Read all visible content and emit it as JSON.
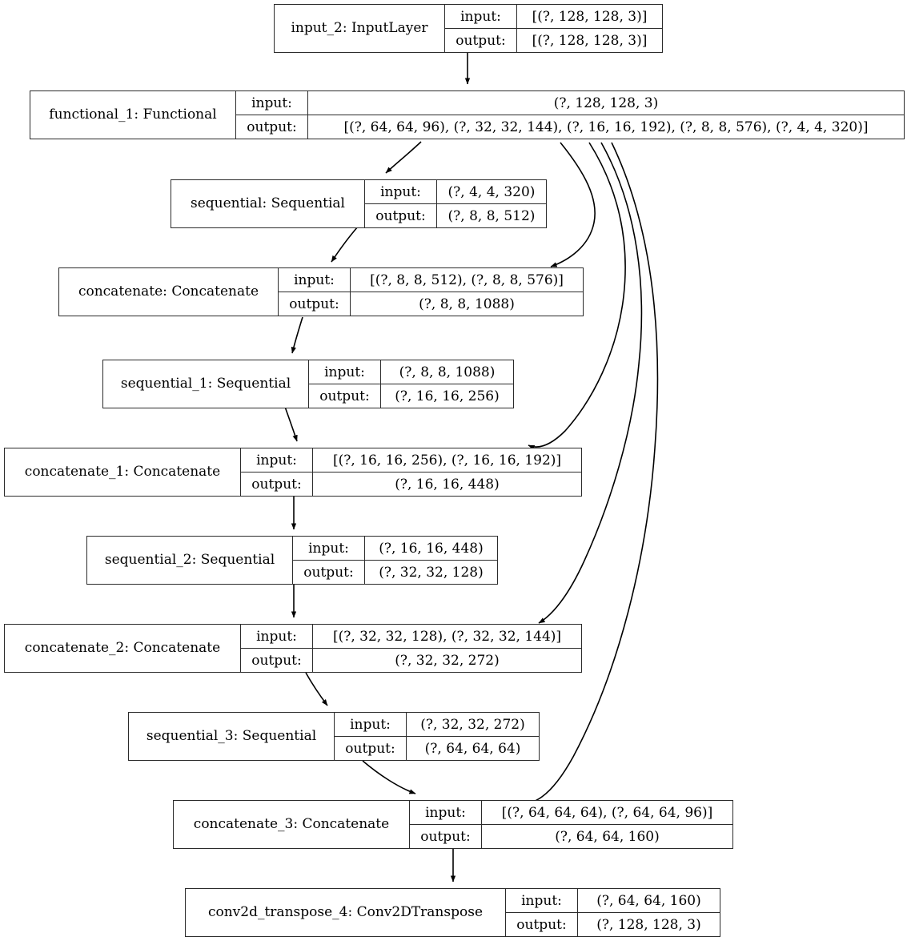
{
  "diagram": {
    "title": "Keras functional model plot",
    "io_labels": {
      "input": "input:",
      "output": "output:"
    },
    "colors": {
      "node_border": "#2b2b2b",
      "edge": "#000000",
      "background": "#ffffff"
    },
    "nodes": [
      {
        "id": "input_2",
        "name": "input_2: InputLayer",
        "input": "[(?, 128, 128, 3)]",
        "output": "[(?, 128, 128, 3)]"
      },
      {
        "id": "functional_1",
        "name": "functional_1: Functional",
        "input": "(?, 128, 128, 3)",
        "output": "[(?, 64, 64, 96), (?, 32, 32, 144), (?, 16, 16, 192), (?, 8, 8, 576), (?, 4, 4, 320)]"
      },
      {
        "id": "sequential",
        "name": "sequential: Sequential",
        "input": "(?, 4, 4, 320)",
        "output": "(?, 8, 8, 512)"
      },
      {
        "id": "concatenate",
        "name": "concatenate: Concatenate",
        "input": "[(?, 8, 8, 512), (?, 8, 8, 576)]",
        "output": "(?, 8, 8, 1088)"
      },
      {
        "id": "sequential_1",
        "name": "sequential_1: Sequential",
        "input": "(?, 8, 8, 1088)",
        "output": "(?, 16, 16, 256)"
      },
      {
        "id": "concatenate_1",
        "name": "concatenate_1: Concatenate",
        "input": "[(?, 16, 16, 256), (?, 16, 16, 192)]",
        "output": "(?, 16, 16, 448)"
      },
      {
        "id": "sequential_2",
        "name": "sequential_2: Sequential",
        "input": "(?, 16, 16, 448)",
        "output": "(?, 32, 32, 128)"
      },
      {
        "id": "concatenate_2",
        "name": "concatenate_2: Concatenate",
        "input": "[(?, 32, 32, 128), (?, 32, 32, 144)]",
        "output": "(?, 32, 32, 272)"
      },
      {
        "id": "sequential_3",
        "name": "sequential_3: Sequential",
        "input": "(?, 32, 32, 272)",
        "output": "(?, 64, 64, 64)"
      },
      {
        "id": "concatenate_3",
        "name": "concatenate_3: Concatenate",
        "input": "[(?, 64, 64, 64), (?, 64, 64, 96)]",
        "output": "(?, 64, 64, 160)"
      },
      {
        "id": "conv2d_transpose_4",
        "name": "conv2d_transpose_4: Conv2DTranspose",
        "input": "(?, 64, 64, 160)",
        "output": "(?, 128, 128, 3)"
      }
    ],
    "edges": [
      {
        "from": "input_2",
        "to": "functional_1"
      },
      {
        "from": "functional_1",
        "to": "sequential"
      },
      {
        "from": "functional_1",
        "to": "concatenate"
      },
      {
        "from": "functional_1",
        "to": "concatenate_1"
      },
      {
        "from": "functional_1",
        "to": "concatenate_2"
      },
      {
        "from": "functional_1",
        "to": "concatenate_3"
      },
      {
        "from": "sequential",
        "to": "concatenate"
      },
      {
        "from": "concatenate",
        "to": "sequential_1"
      },
      {
        "from": "sequential_1",
        "to": "concatenate_1"
      },
      {
        "from": "concatenate_1",
        "to": "sequential_2"
      },
      {
        "from": "sequential_2",
        "to": "concatenate_2"
      },
      {
        "from": "concatenate_2",
        "to": "sequential_3"
      },
      {
        "from": "sequential_3",
        "to": "concatenate_3"
      },
      {
        "from": "concatenate_3",
        "to": "conv2d_transpose_4"
      }
    ]
  }
}
